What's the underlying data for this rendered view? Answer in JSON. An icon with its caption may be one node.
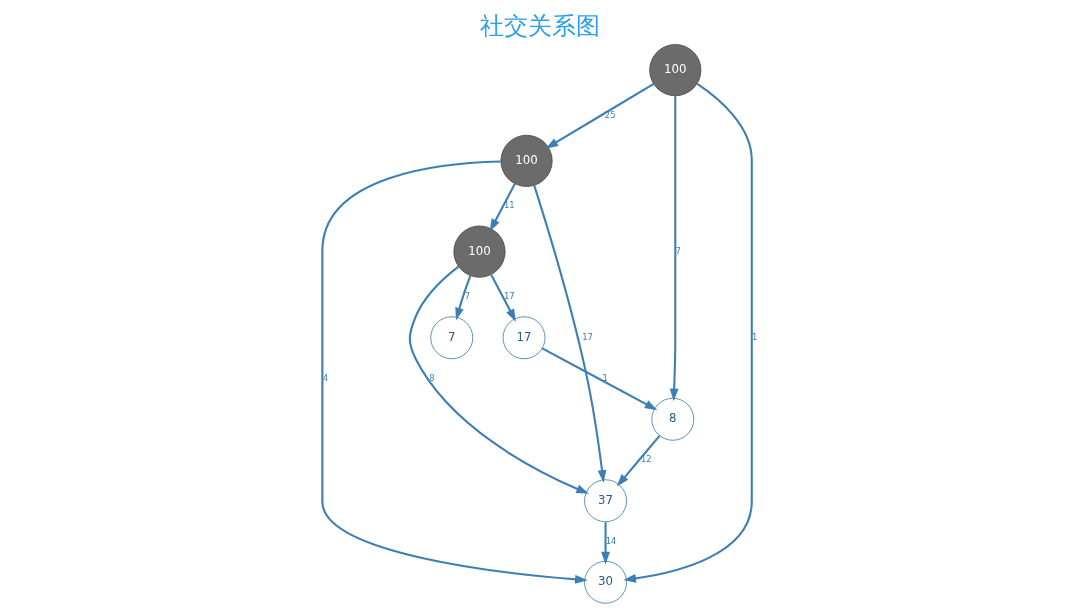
{
  "diagram": {
    "title": "社交关系图",
    "nodes": [
      {
        "text": [
          "100"
        ]
      },
      {
        "text": [
          "100"
        ]
      },
      {
        "text": [
          "17"
        ]
      },
      {
        "text": [
          "7"
        ]
      },
      {
        "text": [
          "37"
        ]
      },
      {
        "text": [
          "30"
        ]
      },
      {
        "text": [
          "8"
        ]
      },
      {
        "text": [
          "100"
        ]
      }
    ],
    "edges": [
      {
        "from": 1,
        "to": 0,
        "arrow": "to",
        "label": "11"
      },
      {
        "from": 0,
        "to": 2,
        "arrow": "to",
        "label": "17"
      },
      {
        "from": 0,
        "to": 3,
        "arrow": "to",
        "label": "7"
      },
      {
        "from": 0,
        "to": 4,
        "arrow": "to",
        "label": "8"
      },
      {
        "from": 1,
        "to": 4,
        "arrow": "to",
        "label": "17"
      },
      {
        "from": 1,
        "to": 5,
        "arrow": "to",
        "label": "4"
      },
      {
        "from": 7,
        "to": 1,
        "arrow": "to",
        "label": "25"
      },
      {
        "from": 2,
        "to": 6,
        "arrow": "to",
        "label": "1"
      },
      {
        "from": 6,
        "to": 4,
        "arrow": "to",
        "label": "12"
      },
      {
        "from": 4,
        "to": 5,
        "arrow": "to",
        "label": "14"
      },
      {
        "from": 7,
        "to": 5,
        "arrow": "to",
        "label": "1"
      },
      {
        "from": 7,
        "to": 6,
        "arrow": "to",
        "label": "7"
      }
    ]
  }
}
